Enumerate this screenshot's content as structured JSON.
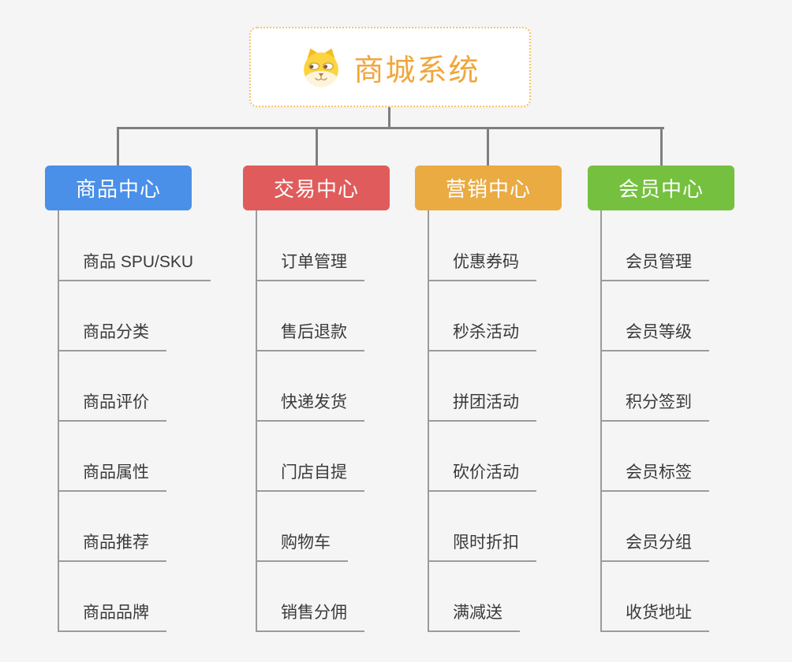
{
  "root": {
    "label": "商城系统",
    "icon": "shiba-dog-icon",
    "text_color": "#f0a63c",
    "border_color": "#f5c46a"
  },
  "branches": [
    {
      "label": "商品中心",
      "color": "#4a8fe8",
      "items": [
        "商品 SPU/SKU",
        "商品分类",
        "商品评价",
        "商品属性",
        "商品推荐",
        "商品品牌"
      ]
    },
    {
      "label": "交易中心",
      "color": "#e05c5c",
      "items": [
        "订单管理",
        "售后退款",
        "快递发货",
        "门店自提",
        "购物车",
        "销售分佣"
      ]
    },
    {
      "label": "营销中心",
      "color": "#eaab43",
      "items": [
        "优惠券码",
        "秒杀活动",
        "拼团活动",
        "砍价活动",
        "限时折扣",
        "满减送"
      ]
    },
    {
      "label": "会员中心",
      "color": "#75c13f",
      "items": [
        "会员管理",
        "会员等级",
        "积分签到",
        "会员标签",
        "会员分组",
        "收货地址"
      ]
    }
  ],
  "colors": {
    "background": "#f5f5f5",
    "connector_line": "#7f7f7f",
    "leaf_line": "#9b9b9b"
  }
}
